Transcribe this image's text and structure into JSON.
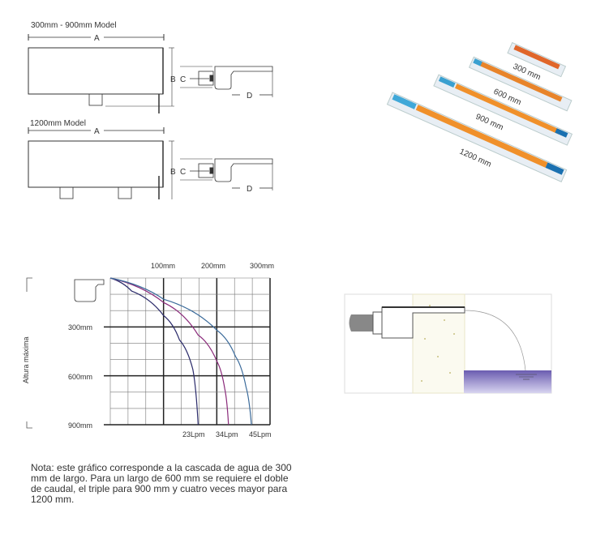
{
  "dimensions": {
    "model_small_title": "300mm - 900mm  Model",
    "model_large_title": "1200mm  Model",
    "label_a": "A",
    "label_b": "B",
    "label_c": "C",
    "label_d": "D"
  },
  "product_photo": {
    "sizes": [
      "300 mm",
      "600 mm",
      "900 mm",
      "1200 mm"
    ]
  },
  "flow_chart": {
    "ylabel": "Altura máxima",
    "x_ticks": [
      "100mm",
      "200mm",
      "300mm"
    ],
    "y_ticks": [
      "300mm",
      "600mm",
      "900mm"
    ],
    "series": [
      {
        "name": "23Lpm",
        "color": "#2a2a6a",
        "points": [
          [
            0,
            0
          ],
          [
            40,
            80
          ],
          [
            100,
            230
          ],
          [
            130,
            380
          ],
          [
            155,
            560
          ],
          [
            165,
            900
          ]
        ]
      },
      {
        "name": "34Lpm",
        "color": "#8a2a7a",
        "points": [
          [
            0,
            0
          ],
          [
            100,
            150
          ],
          [
            165,
            350
          ],
          [
            200,
            510
          ],
          [
            215,
            680
          ],
          [
            222,
            900
          ]
        ]
      },
      {
        "name": "45Lpm",
        "color": "#3a6a9a",
        "points": [
          [
            0,
            0
          ],
          [
            100,
            130
          ],
          [
            200,
            320
          ],
          [
            235,
            480
          ],
          [
            255,
            670
          ],
          [
            265,
            900
          ]
        ]
      }
    ]
  },
  "note": "Nota: este gráfico corresponde a la cascada de agua de 300 mm de largo. Para un largo de 600 mm se requiere el doble de caudal, el triple para 900 mm y cuatro veces mayor para 1200 mm."
}
